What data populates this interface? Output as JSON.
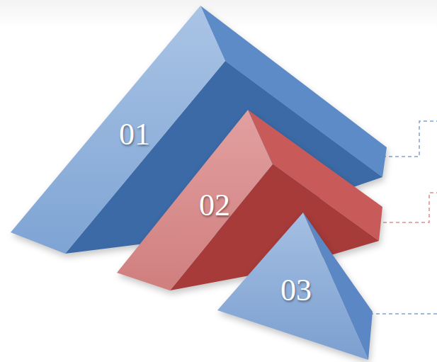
{
  "diagram": {
    "nodes": [
      {
        "text": [
          "01"
        ]
      },
      {
        "text": [
          "02"
        ]
      },
      {
        "text": [
          "03"
        ]
      }
    ]
  }
}
